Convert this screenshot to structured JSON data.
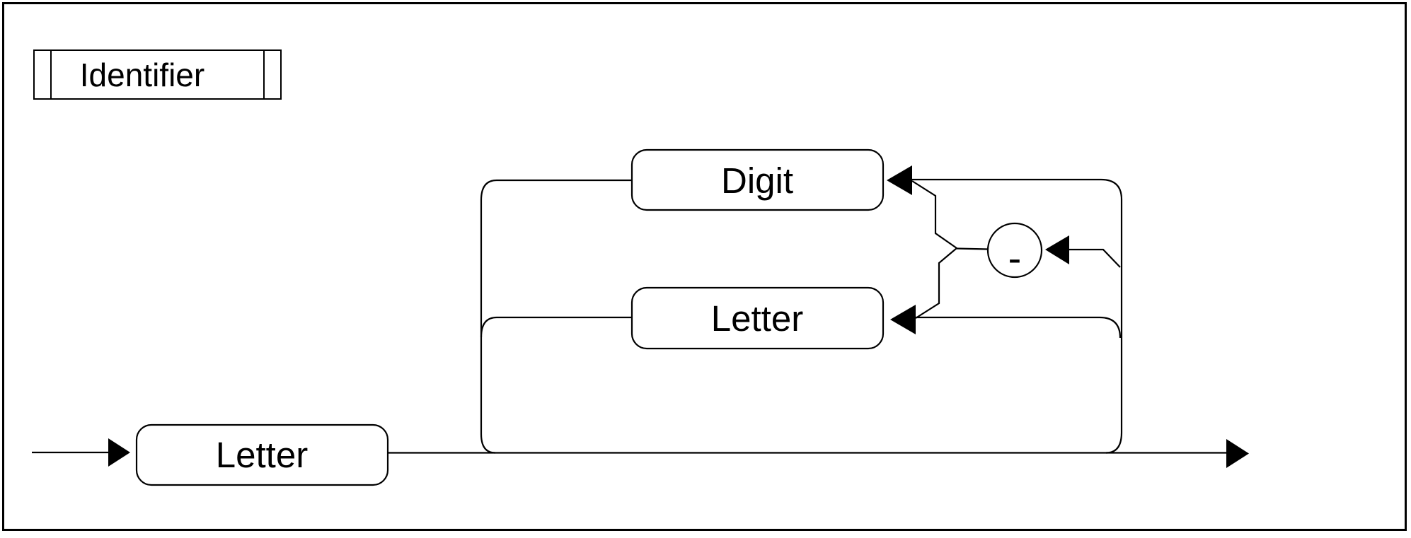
{
  "diagram": {
    "kind": "railroad-syntax-diagram",
    "rule_title": "Identifier",
    "entry_node": {
      "label": "Letter",
      "shape": "rounded-box"
    },
    "loop": {
      "digit_node": {
        "label": "Digit",
        "shape": "rounded-box"
      },
      "letter_node": {
        "label": "Letter",
        "shape": "rounded-box"
      },
      "hyphen_node": {
        "label": "-",
        "shape": "circle-terminal"
      }
    },
    "colors": {
      "line": "#000000",
      "background": "#ffffff",
      "arrow_fill": "#000000"
    }
  }
}
